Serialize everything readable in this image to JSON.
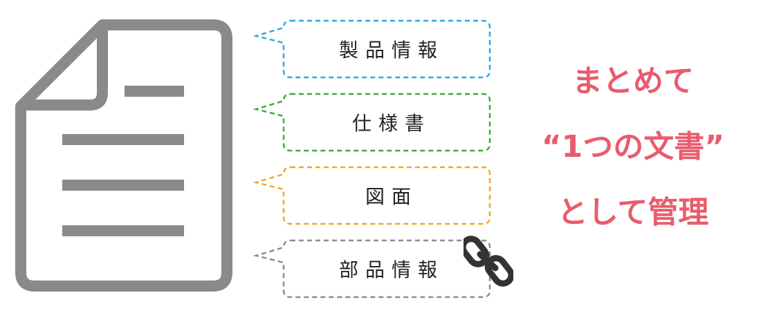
{
  "icons": {
    "document": "document-icon",
    "link": "link-icon"
  },
  "colors": {
    "document": "#8a8a8a",
    "accent": "#e85c6e",
    "link": "#333333",
    "bubble_1": "#29a9df",
    "bubble_2": "#3faa35",
    "bubble_3": "#f5a623",
    "bubble_4": "#8c8c8c"
  },
  "bubbles": [
    {
      "label": "製品情報"
    },
    {
      "label": "仕様書"
    },
    {
      "label": "図面"
    },
    {
      "label": "部品情報"
    }
  ],
  "tagline": {
    "line1": "まとめて",
    "line2": "“1つの文書”",
    "line3": "として管理"
  }
}
